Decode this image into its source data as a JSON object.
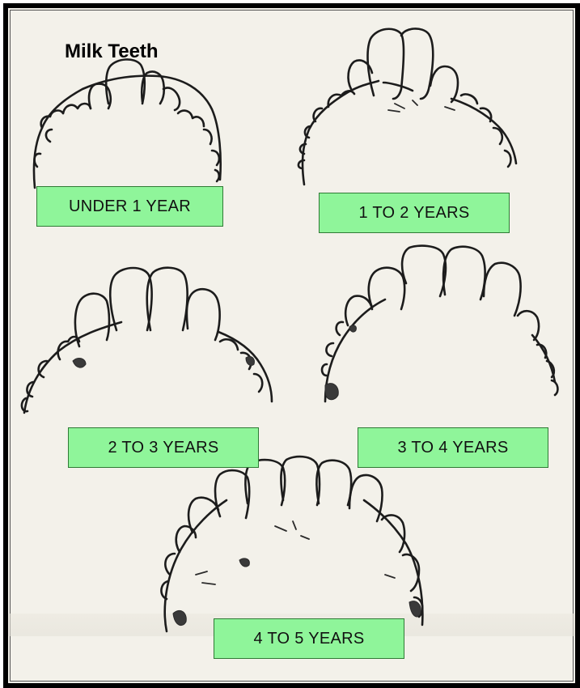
{
  "title": "Milk Teeth",
  "labels": {
    "under_1": "UNDER 1 YEAR",
    "one_to_two": "1 TO 2 YEARS",
    "two_to_three": "2 TO 3 YEARS",
    "three_to_four": "3 TO 4 YEARS",
    "four_to_five": "4 TO 5 YEARS"
  },
  "colors": {
    "label_fill": "#8ff59a",
    "frame": "#000000",
    "paper": "#f3f1ea"
  }
}
